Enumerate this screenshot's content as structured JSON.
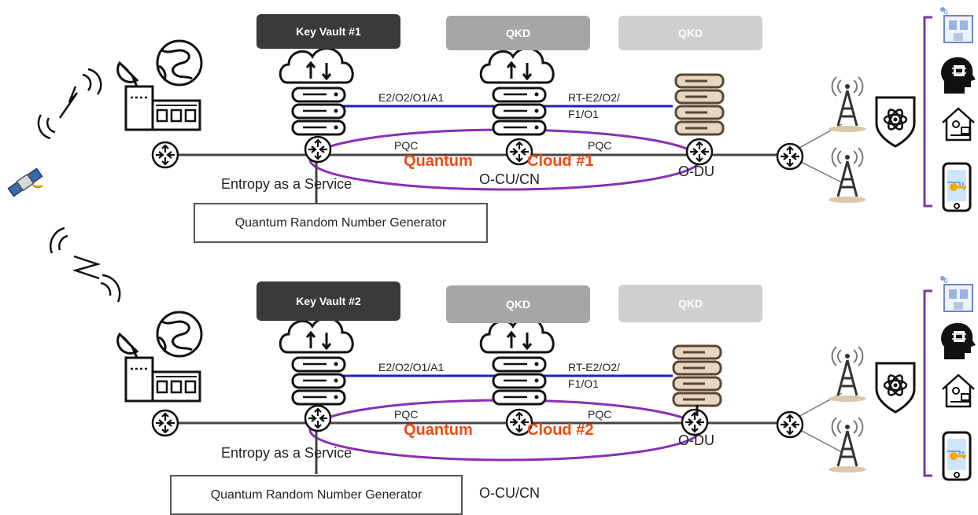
{
  "cluster1": {
    "key_vault": "Key Vault #1",
    "qkd_a": "QKD",
    "qkd_b": "QKD",
    "link_left": "E2/O2/O1/A1",
    "link_right_1": "RT-E2/O2/",
    "link_right_2": "F1/O1",
    "pqc_left": "PQC",
    "pqc_right": "PQC",
    "quantum": "Quantum",
    "cloud": "Cloud #1",
    "ocu": "O-CU/CN",
    "odu": "O-DU",
    "entropy": "Entropy as a Service",
    "qrng": "Quantum Random Number Generator"
  },
  "cluster2": {
    "key_vault": "Key Vault #2",
    "qkd_a": "QKD",
    "qkd_b": "QKD",
    "link_left": "E2/O2/O1/A1",
    "link_right_1": "RT-E2/O2/",
    "link_right_2": "F1/O1",
    "pqc_left": "PQC",
    "pqc_right": "PQC",
    "quantum": "Quantum",
    "cloud": "Cloud #2",
    "ocu": "O-CU/CN",
    "odu": "O-DU",
    "entropy": "Entropy as a Service",
    "qrng": "Quantum Random Number Generator"
  },
  "colors": {
    "link": "#1f1fbf",
    "ellipse": "#8a2fb5",
    "bus": "#444444",
    "accent_red": "#f04a12",
    "bracket": "#7a3aa0",
    "antenna_base": "#d9c9a8",
    "server_fill": "#e7d6c2"
  },
  "icons": [
    "satellite-icon",
    "ground-station-icon",
    "globe-icon",
    "router-icon",
    "cloud-server-icon",
    "server-stack-icon",
    "cell-tower-icon",
    "quantum-shield-icon",
    "robot-lab-icon",
    "ai-head-icon",
    "home-office-icon",
    "smartphone-key-icon"
  ]
}
